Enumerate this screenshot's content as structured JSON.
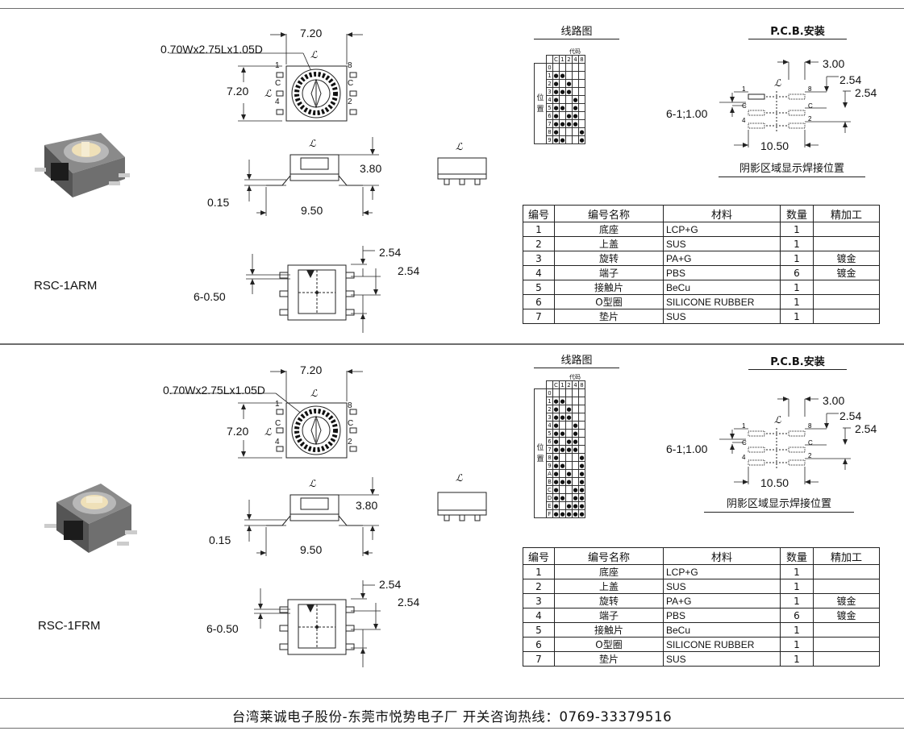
{
  "sections": [
    {
      "model": "RSC-1ARM",
      "dims": {
        "top_width": "7.20",
        "top_height": "7.20",
        "knob": "0.70Wx2.75Lx1.05D",
        "side_height": "3.80",
        "side_thickness": "0.15",
        "side_width": "9.50",
        "bottom_pitch_a": "2.54",
        "bottom_pitch_b": "2.54",
        "bottom_pins": "6-0.50"
      },
      "pin_labels": {
        "p1": "1",
        "p8": "8",
        "pc_left": "C",
        "pc_right": "C",
        "p4": "4",
        "p2": "2"
      },
      "circuit_title": "线路图",
      "code_label": "代码",
      "position_label": [
        "位",
        "置"
      ],
      "code_cols": [
        "C",
        "1",
        "2",
        "4",
        "8"
      ],
      "rows": [
        {
          "pos": "0",
          "dots": [
            0,
            0,
            0,
            0,
            0
          ]
        },
        {
          "pos": "1",
          "dots": [
            1,
            1,
            0,
            0,
            0
          ]
        },
        {
          "pos": "2",
          "dots": [
            1,
            0,
            1,
            0,
            0
          ]
        },
        {
          "pos": "3",
          "dots": [
            1,
            1,
            1,
            0,
            0
          ]
        },
        {
          "pos": "4",
          "dots": [
            1,
            0,
            0,
            1,
            0
          ]
        },
        {
          "pos": "5",
          "dots": [
            1,
            1,
            0,
            1,
            0
          ]
        },
        {
          "pos": "6",
          "dots": [
            1,
            0,
            1,
            1,
            0
          ]
        },
        {
          "pos": "7",
          "dots": [
            1,
            1,
            1,
            1,
            0
          ]
        },
        {
          "pos": "8",
          "dots": [
            1,
            0,
            0,
            0,
            1
          ]
        },
        {
          "pos": "9",
          "dots": [
            1,
            1,
            0,
            0,
            1
          ]
        }
      ],
      "pcb": {
        "title": "P.C.B.安装",
        "pitch": "3.00",
        "v1": "2.54",
        "v2": "2.54",
        "holes": "6-1;1.00",
        "width": "10.50",
        "note": "阴影区域显示焊接位置"
      }
    },
    {
      "model": "RSC-1FRM",
      "dims": {
        "top_width": "7.20",
        "top_height": "7.20",
        "knob": "0.70Wx2.75Lx1.05D",
        "side_height": "3.80",
        "side_thickness": "0.15",
        "side_width": "9.50",
        "bottom_pitch_a": "2.54",
        "bottom_pitch_b": "2.54",
        "bottom_pins": "6-0.50"
      },
      "pin_labels": {
        "p1": "1",
        "p8": "8",
        "pc_left": "C",
        "pc_right": "C",
        "p4": "4",
        "p2": "2"
      },
      "circuit_title": "线路图",
      "code_label": "代码",
      "position_label": [
        "位",
        "置"
      ],
      "code_cols": [
        "C",
        "1",
        "2",
        "4",
        "8"
      ],
      "rows": [
        {
          "pos": "0",
          "dots": [
            0,
            0,
            0,
            0,
            0
          ]
        },
        {
          "pos": "1",
          "dots": [
            1,
            1,
            0,
            0,
            0
          ]
        },
        {
          "pos": "2",
          "dots": [
            1,
            0,
            1,
            0,
            0
          ]
        },
        {
          "pos": "3",
          "dots": [
            1,
            1,
            1,
            0,
            0
          ]
        },
        {
          "pos": "4",
          "dots": [
            1,
            0,
            0,
            1,
            0
          ]
        },
        {
          "pos": "5",
          "dots": [
            1,
            1,
            0,
            1,
            0
          ]
        },
        {
          "pos": "6",
          "dots": [
            1,
            0,
            1,
            1,
            0
          ]
        },
        {
          "pos": "7",
          "dots": [
            1,
            1,
            1,
            1,
            0
          ]
        },
        {
          "pos": "8",
          "dots": [
            1,
            0,
            0,
            0,
            1
          ]
        },
        {
          "pos": "9",
          "dots": [
            1,
            1,
            0,
            0,
            1
          ]
        },
        {
          "pos": "A",
          "dots": [
            1,
            0,
            1,
            0,
            1
          ]
        },
        {
          "pos": "B",
          "dots": [
            1,
            1,
            1,
            0,
            1
          ]
        },
        {
          "pos": "C",
          "dots": [
            1,
            0,
            0,
            1,
            1
          ]
        },
        {
          "pos": "D",
          "dots": [
            1,
            1,
            0,
            1,
            1
          ]
        },
        {
          "pos": "E",
          "dots": [
            1,
            0,
            1,
            1,
            1
          ]
        },
        {
          "pos": "F",
          "dots": [
            1,
            1,
            1,
            1,
            1
          ]
        }
      ],
      "pcb": {
        "title": "P.C.B.安装",
        "pitch": "3.00",
        "v1": "2.54",
        "v2": "2.54",
        "holes": "6-1;1.00",
        "width": "10.50",
        "note": "阴影区域显示焊接位置"
      }
    }
  ],
  "parts_table": {
    "headers": [
      "编号",
      "编号名称",
      "材料",
      "数量",
      "精加工"
    ],
    "rows": [
      {
        "no": "1",
        "name": "底座",
        "material": "LCP+G",
        "qty": "1",
        "finish": ""
      },
      {
        "no": "2",
        "name": "上盖",
        "material": "SUS",
        "qty": "1",
        "finish": ""
      },
      {
        "no": "3",
        "name": "旋转",
        "material": "PA+G",
        "qty": "1",
        "finish": "镀金"
      },
      {
        "no": "4",
        "name": "端子",
        "material": "PBS",
        "qty": "6",
        "finish": "镀金"
      },
      {
        "no": "5",
        "name": "接触片",
        "material": "BeCu",
        "qty": "1",
        "finish": ""
      },
      {
        "no": "6",
        "name": "O型圈",
        "material": "SILICONE RUBBER",
        "qty": "1",
        "finish": ""
      },
      {
        "no": "7",
        "name": "垫片",
        "material": "SUS",
        "qty": "1",
        "finish": ""
      }
    ]
  },
  "footer": "台湾莱诚电子股份-东莞市悦势电子厂  开关咨询热线：0769-33379516"
}
